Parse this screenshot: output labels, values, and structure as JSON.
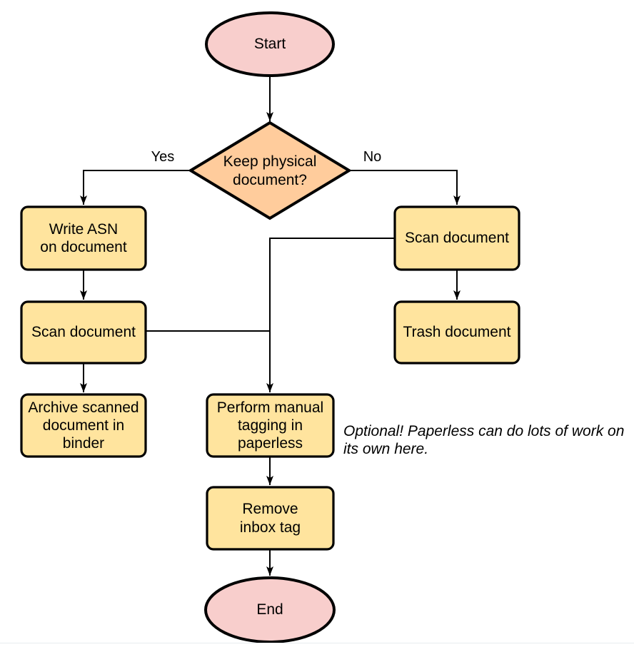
{
  "diagram": {
    "nodes": {
      "start": {
        "label": "Start",
        "shape": "terminator"
      },
      "decision": {
        "label": "Keep physical\ndocument?",
        "shape": "decision"
      },
      "write_asn": {
        "label": "Write ASN\non document",
        "shape": "process"
      },
      "scan_left": {
        "label": "Scan document",
        "shape": "process"
      },
      "archive": {
        "label": "Archive scanned\ndocument in\nbinder",
        "shape": "process"
      },
      "scan_right": {
        "label": "Scan document",
        "shape": "process"
      },
      "trash": {
        "label": "Trash document",
        "shape": "process"
      },
      "perform": {
        "label": "Perform manual\ntagging in\npaperless",
        "shape": "process"
      },
      "remove": {
        "label": "Remove\ninbox tag",
        "shape": "process"
      },
      "end": {
        "label": "End",
        "shape": "terminator"
      }
    },
    "edge_labels": {
      "yes": "Yes",
      "no": "No"
    },
    "note": "Optional! Paperless can do lots of work on\nits own here.",
    "colors": {
      "terminator_fill": "#f8cecc",
      "decision_fill": "#ffcc9c",
      "process_fill": "#ffe49e",
      "stroke": "#000000"
    }
  }
}
